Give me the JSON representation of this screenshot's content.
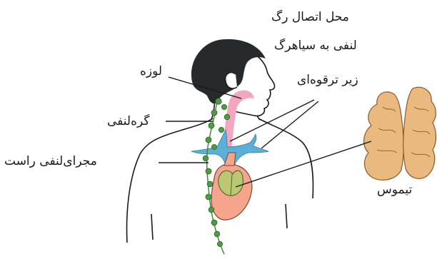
{
  "labels": {
    "junction_line1": "محل اتصال رگ",
    "junction_line2": "لنفی به سیاهرگ",
    "tonsil": "لوزه",
    "subclavian": "زیر ترقوه‌ای",
    "lymph_node": "گره‌لنفی",
    "right_duct": "مجرای‌لنفی راست",
    "thymus": "تیموس"
  },
  "colors": {
    "hair": "#262a2c",
    "outline": "#1a1a1a",
    "throat": "#f2a7bf",
    "vessels": "#5bb0d8",
    "heart": "#f6a58d",
    "thymus_small": "#b9c871",
    "thymus_big": "#e9b980",
    "lymph_node": "#4f9b45",
    "leader": "#1a1a1a"
  }
}
